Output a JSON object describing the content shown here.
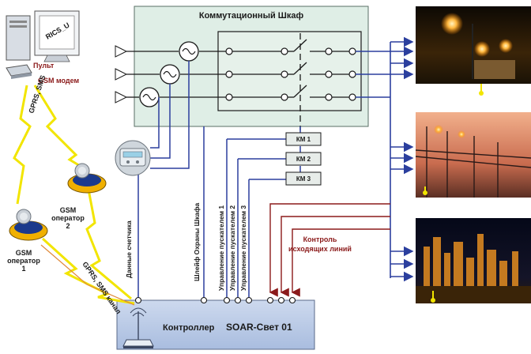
{
  "cabinet": {
    "title": "Коммутационный Шкаф"
  },
  "pc": {
    "label": "RICS_U",
    "caption": "Пульт"
  },
  "modem": {
    "caption": "GSM модем"
  },
  "links": {
    "gprs_sms": "GPRS, SMS",
    "gprs_sms_channel": "GPRS, SMS канал"
  },
  "operators": [
    {
      "line1": "GSM",
      "line2": "оператор",
      "line3": "2"
    },
    {
      "line1": "GSM",
      "line2": "оператор",
      "line3": "1"
    }
  ],
  "contactors": [
    "КМ 1",
    "КМ 2",
    "КМ 3"
  ],
  "vertical_labels": {
    "meter": "Данные счетчика",
    "alarm": "Шлейф Охраны Шкафа",
    "start1": "Управление пускателем 1",
    "start2": "Управление пускателем 2",
    "start3": "Управление пускателем 3"
  },
  "output_control": {
    "line1": "Контроль",
    "line2": "исходящих линий"
  },
  "controller": {
    "label": "Контроллер",
    "model": "SOAR-Свет 01"
  },
  "colors": {
    "wire": "#2b3f9e",
    "red_wire": "#8b1a1a",
    "cabinet_fill": "#dfeee6",
    "controller_fill": "#b9c9e6",
    "lightning": "#f2e500"
  }
}
